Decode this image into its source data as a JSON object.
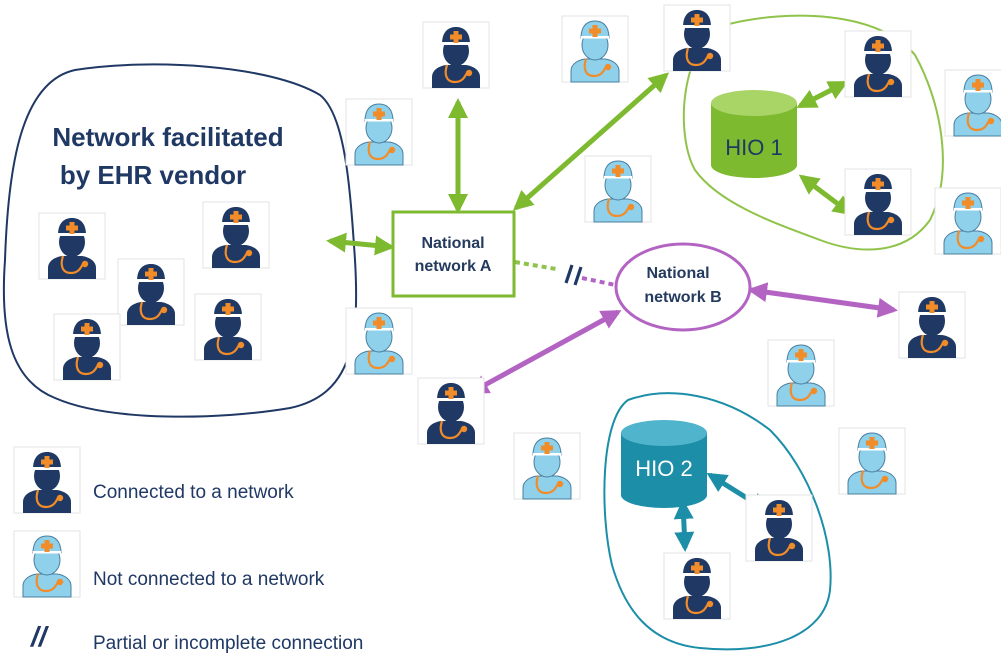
{
  "ehr_network": {
    "line1": "Network facilitated",
    "line2": "by EHR vendor"
  },
  "network_a": {
    "line1": "National",
    "line2": "network A"
  },
  "network_b": {
    "line1": "National",
    "line2": "network B"
  },
  "hio1": {
    "label": "HIO 1"
  },
  "hio2": {
    "label": "HIO 2"
  },
  "legend": {
    "connected": "Connected to a network",
    "not_connected": "Not connected to a network",
    "partial_symbol": "//",
    "partial": "Partial or incomplete connection"
  },
  "colors": {
    "green": "#7dba2f",
    "green_light": "#8fc34a",
    "purple": "#b364c3",
    "teal": "#1c8ea8",
    "navy": "#1f3864",
    "dark_navy": "#243b5e",
    "orange": "#f28c28",
    "light_blue": "#8fd0ea"
  }
}
